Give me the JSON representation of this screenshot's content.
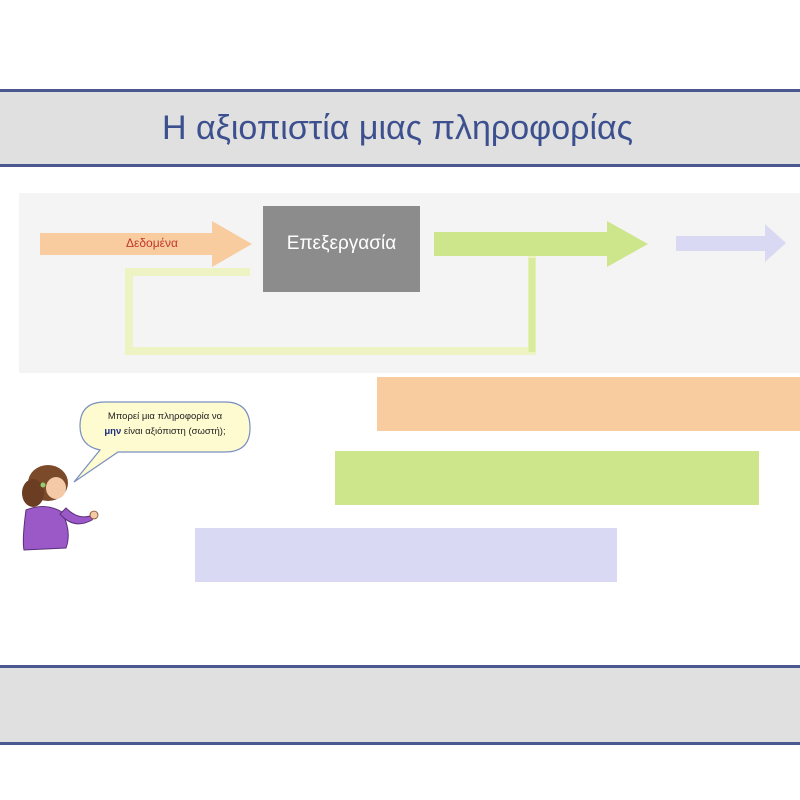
{
  "slide": {
    "title": "Η αξιοπιστία μιας πληροφορίας"
  },
  "diagram": {
    "input_label": "Δεδομένα",
    "process_label": "Επεξεργασία",
    "colors": {
      "input_arrow": "#f8cc9e",
      "process_box": "#8c8c8c",
      "output_arrow": "#cde68b",
      "feedback_loop": "#eef3c4",
      "third_arrow": "#d9d9f4"
    }
  },
  "callout": {
    "line1": "Μπορεί μια πληροφορία να",
    "bold_word": "μην",
    "line2_rest": " είναι αξιόπιστη (σωστή);"
  },
  "bars": {
    "colors": [
      "#f8cc9e",
      "#cde68b",
      "#d9d9f4"
    ]
  },
  "character": {
    "icon": "woman-thinking-icon",
    "colors": {
      "hair": "#7a4a2a",
      "shirt": "#9b59c8",
      "skin": "#f3c9a8"
    }
  }
}
